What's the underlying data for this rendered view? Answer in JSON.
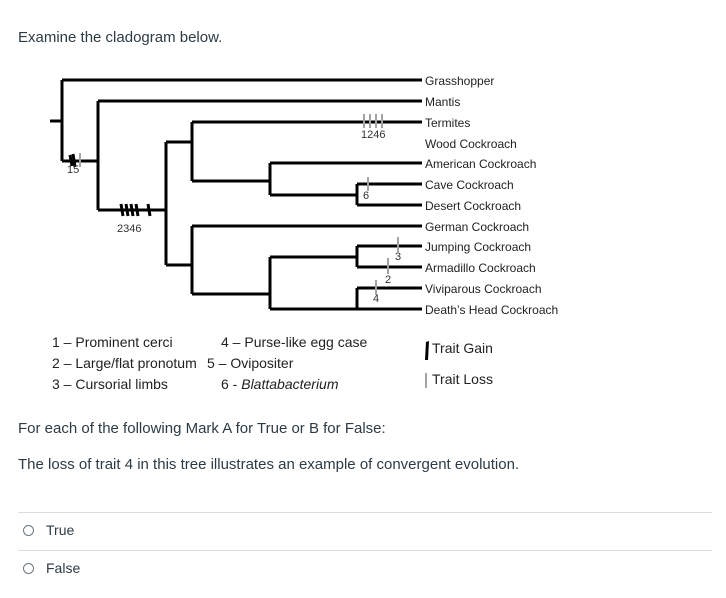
{
  "prompt": "Examine the cladogram below.",
  "cladogram": {
    "taxa": [
      "Grasshopper",
      "Mantis",
      "Termites",
      "Wood Cockroach",
      "American Cockroach",
      "Cave Cockroach",
      "Desert Cockroach",
      "German Cockroach",
      "Jumping Cockroach",
      "Armadillo Cockroach",
      "Viviparous Cockroach",
      "Death’s Head Cockroach"
    ],
    "node_labels": {
      "n15": "15",
      "n2346": "2346",
      "n1246": "1246",
      "n6": "6",
      "n3": "3",
      "n2": "2",
      "n4": "4"
    },
    "trait_key": [
      "1 – Prominent cerci",
      "2 – Large/flat pronotum",
      "3 – Cursorial limbs",
      "4 – Purse-like egg case",
      "5 – Ovipositer",
      "6 - "
    ],
    "trait_6_name": "Blattabacterium",
    "legend": {
      "gain": "Trait Gain",
      "loss": "Trait Loss"
    }
  },
  "question": {
    "instruction": "For each of the following Mark A for True or B for False:",
    "statement": "The loss of trait 4 in this tree illustrates an example of convergent evolution.",
    "options": [
      "True",
      "False"
    ]
  }
}
